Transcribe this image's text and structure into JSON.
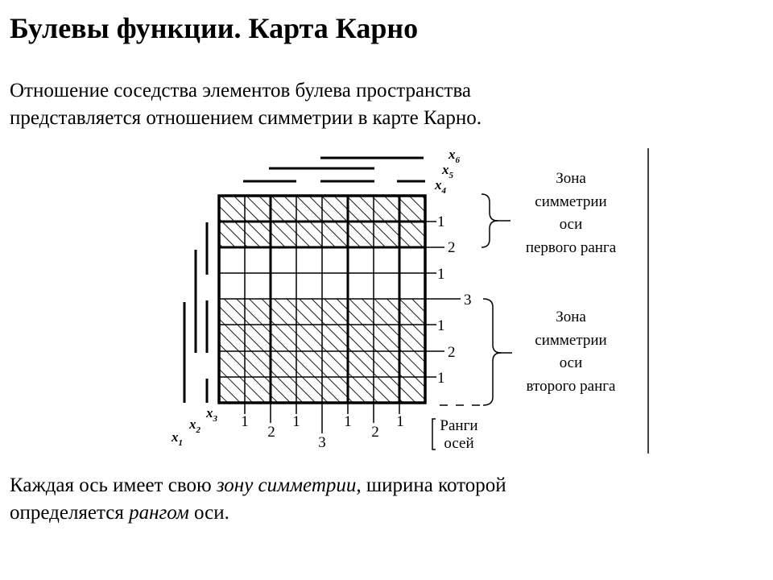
{
  "header": {
    "title": "Булевы функции. Карта Карно"
  },
  "intro": {
    "line1": "Отношение соседства элементов булева пространства",
    "line2": "представляется отношением симметрии в карте Карно."
  },
  "outro": {
    "part1": "Каждая ось имеет свою ",
    "emph1": "зону симметрии",
    "part2": ", ширина которой",
    "part3": "определяется ",
    "emph2": "рангом",
    "part4": " оси."
  },
  "diagram": {
    "var_x6": "x",
    "var_x6_sub": "6",
    "var_x5": "x",
    "var_x5_sub": "5",
    "var_x4": "x",
    "var_x4_sub": "4",
    "var_x3": "x",
    "var_x3_sub": "3",
    "var_x2": "x",
    "var_x2_sub": "2",
    "var_x1": "x",
    "var_x1_sub": "1",
    "row_ranks": [
      "1",
      "2",
      "1",
      "3",
      "1",
      "2",
      "1"
    ],
    "col_ranks": [
      "1",
      "2",
      "1",
      "3",
      "1",
      "2",
      "1"
    ],
    "zone1": [
      "Зона",
      "симметрии",
      "оси",
      "первого ранга"
    ],
    "zone2": [
      "Зона",
      "симметрии",
      "оси",
      "второго ранга"
    ],
    "axis_ranks": [
      "Ранги",
      "осей"
    ]
  }
}
